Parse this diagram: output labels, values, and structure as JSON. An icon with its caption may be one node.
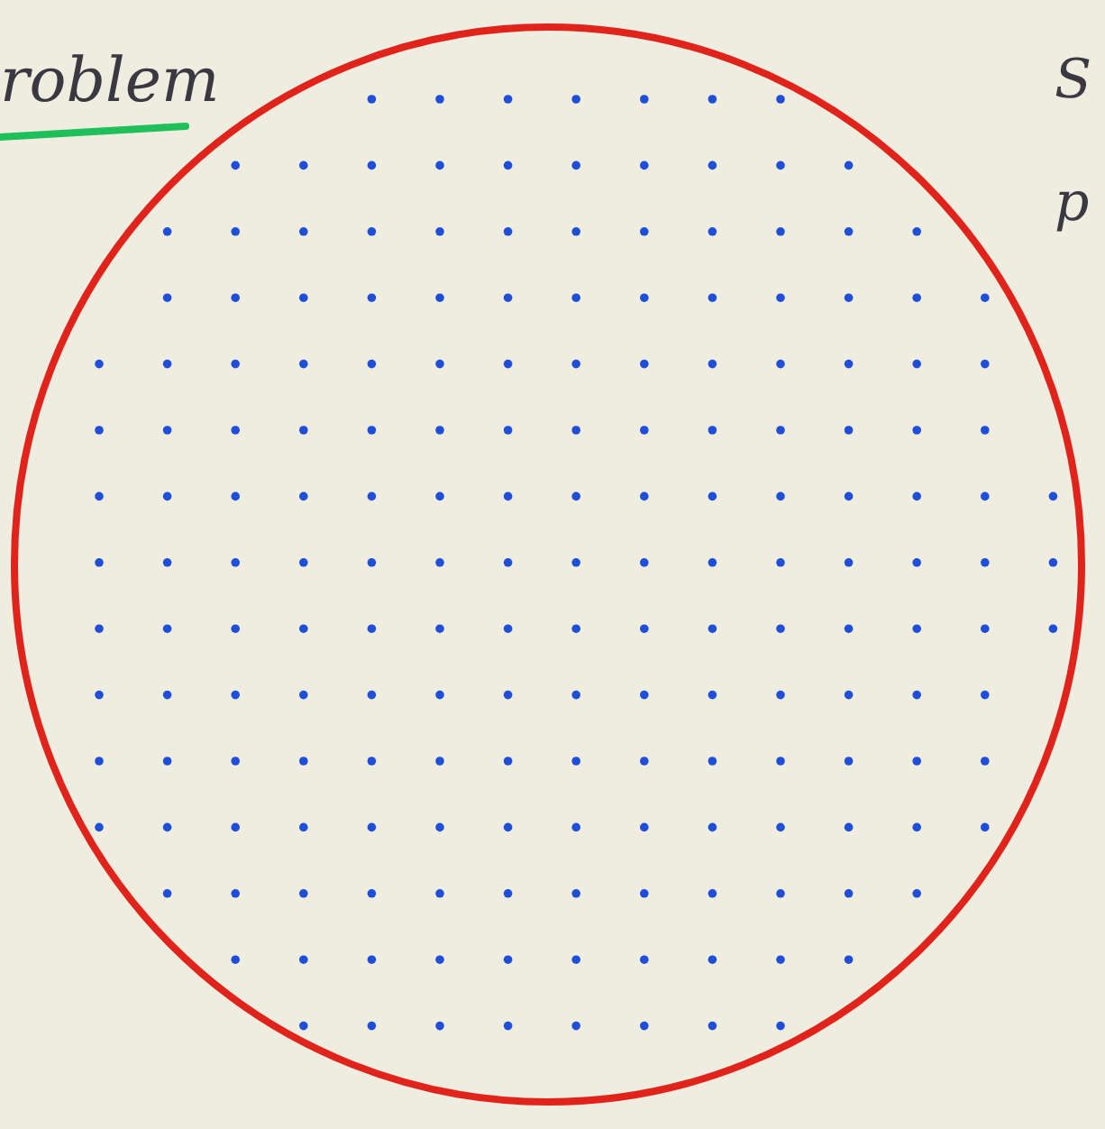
{
  "diagram": {
    "labels": [
      "roblem",
      "S",
      "p"
    ]
  }
}
